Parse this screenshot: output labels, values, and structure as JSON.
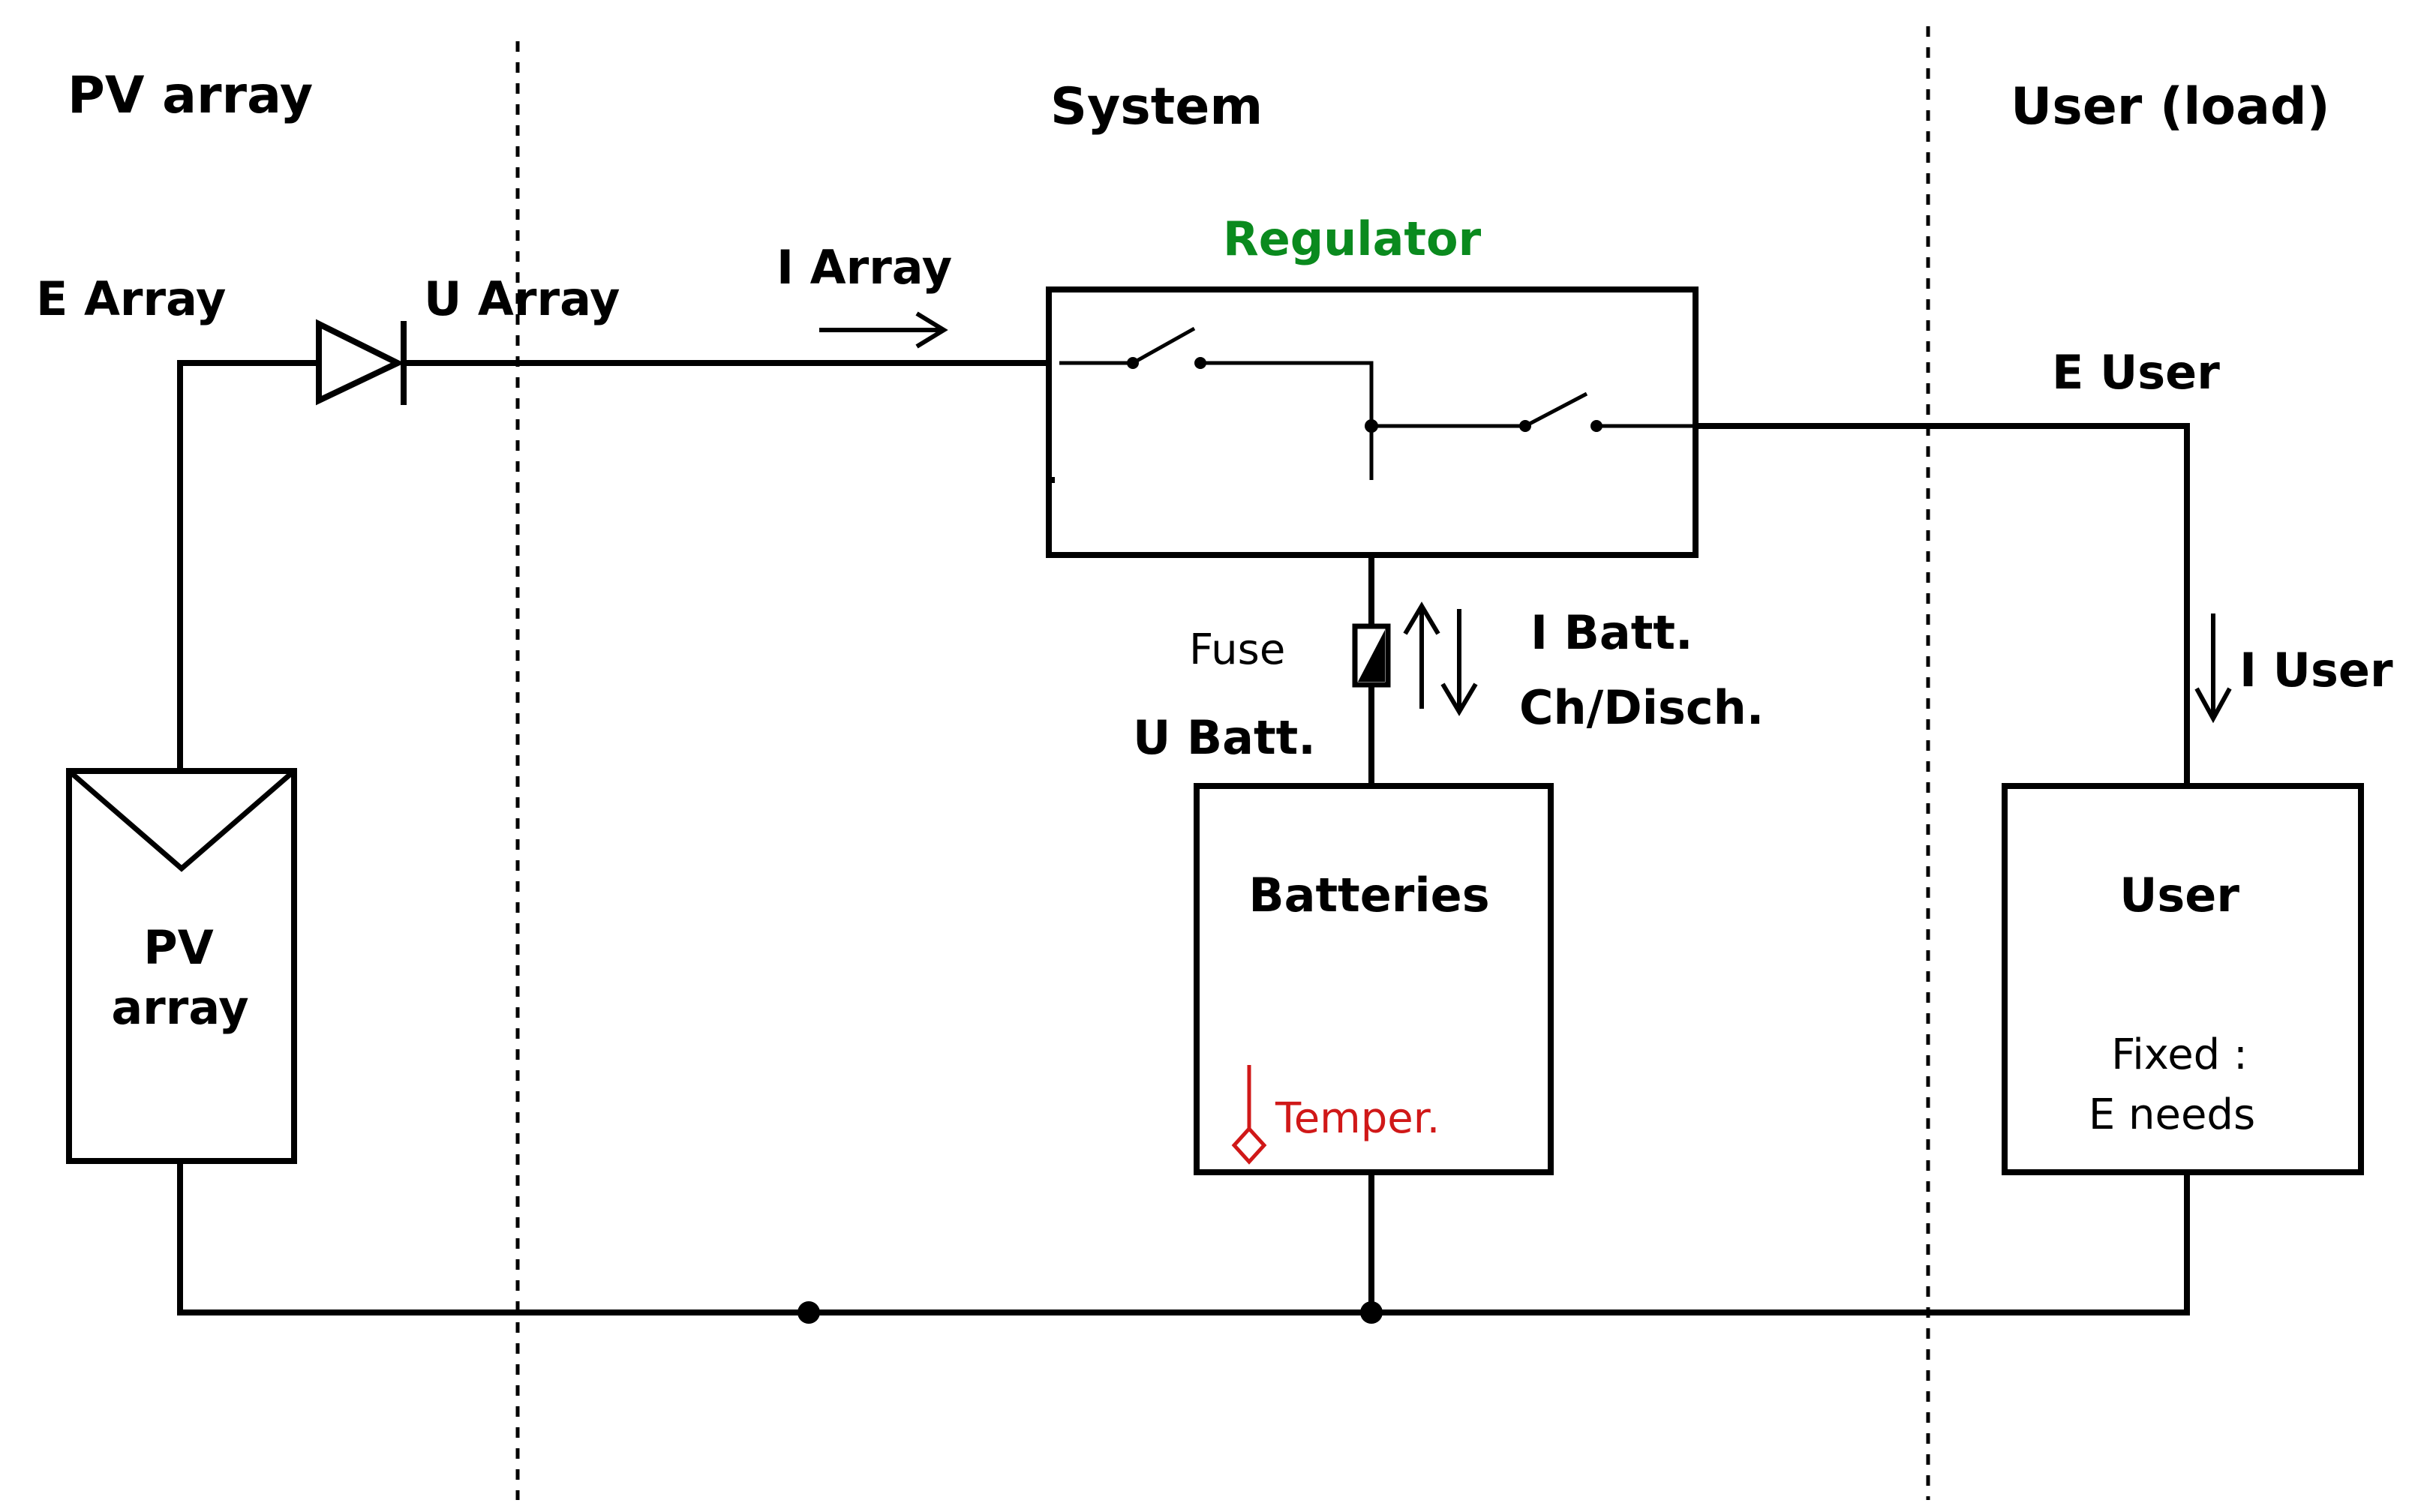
{
  "sections": {
    "pv_array": "PV array",
    "system": "System",
    "user_load": "User (load)"
  },
  "labels": {
    "e_array": "E Array",
    "u_array": "U Array",
    "i_array": "I Array",
    "regulator": "Regulator",
    "e_user": "E User",
    "fuse": "Fuse",
    "i_batt": "I Batt.",
    "ch_disch": "Ch/Disch.",
    "u_batt": "U Batt.",
    "i_user": "I User"
  },
  "components": {
    "pv_array_line1": "PV",
    "pv_array_line2": "array",
    "batteries": "Batteries",
    "temper": "Temper.",
    "user": "User",
    "user_note_line1": "Fixed :",
    "user_note_line2": "E needs"
  },
  "colors": {
    "regulator": "#0a8a1e",
    "temper": "#d01818",
    "line": "#000000"
  }
}
